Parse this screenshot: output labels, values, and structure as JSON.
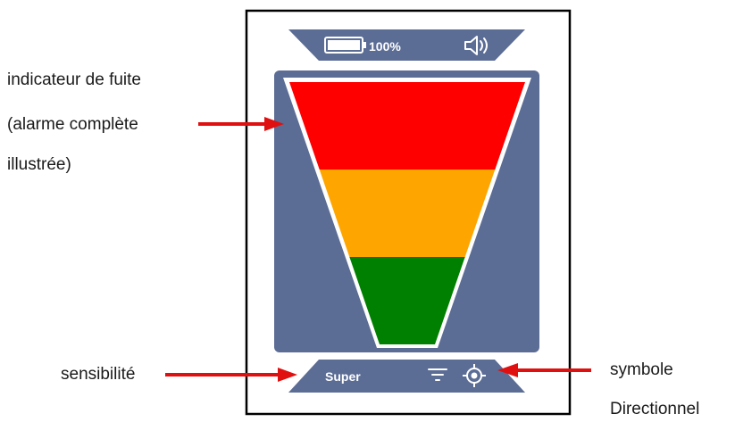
{
  "callouts": {
    "leak_indicator": {
      "line1": "indicateur de fuite",
      "line2": "(alarme complète",
      "line3": "illustrée)"
    },
    "sensitivity": "sensibilité",
    "directional": {
      "line1": "symbole",
      "line2": "Directionnel"
    }
  },
  "status_bar": {
    "battery_percent": 100,
    "battery_label": "100%",
    "speaker_icon": "speaker-sound-icon"
  },
  "bottom_bar": {
    "sensitivity_value": "Super",
    "filter_icon": "filter-lines-icon",
    "directional_icon": "crosshair-target-icon"
  },
  "leak_indicator_levels": [
    {
      "level": "high",
      "color": "#ff0000"
    },
    {
      "level": "medium",
      "color": "#ffa500"
    },
    {
      "level": "low",
      "color": "#008000"
    }
  ],
  "colors": {
    "screen_panel": "#5b6c95",
    "arrow": "#e01010",
    "frame": "#000000"
  }
}
